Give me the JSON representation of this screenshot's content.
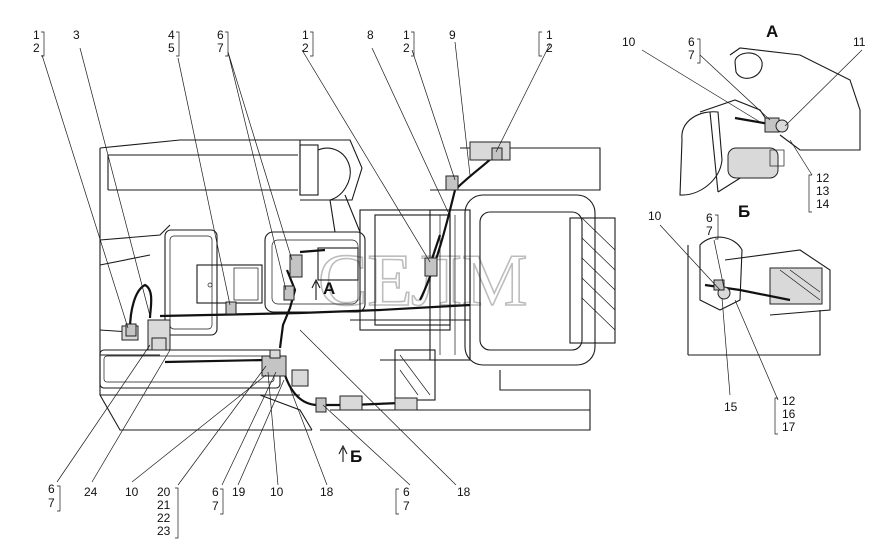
{
  "watermark": "СЕЛМ",
  "views": {
    "main_arrow_a": "A",
    "main_arrow_b": "Б",
    "view_a_title": "A",
    "view_b_title": "Б"
  },
  "callouts": {
    "top": [
      "1",
      "2",
      "3",
      "4",
      "5",
      "6",
      "7",
      "1",
      "2",
      "8",
      "1",
      "2",
      "9",
      "1",
      "2"
    ],
    "bottom": [
      "6",
      "7",
      "24",
      "10",
      "20",
      "21",
      "22",
      "23",
      "6",
      "7",
      "19",
      "10",
      "18",
      "6",
      "7",
      "18"
    ],
    "view_a": [
      "10",
      "6",
      "7",
      "11",
      "12",
      "13",
      "14"
    ],
    "view_b": [
      "10",
      "6",
      "7",
      "15",
      "12",
      "16",
      "17"
    ]
  }
}
